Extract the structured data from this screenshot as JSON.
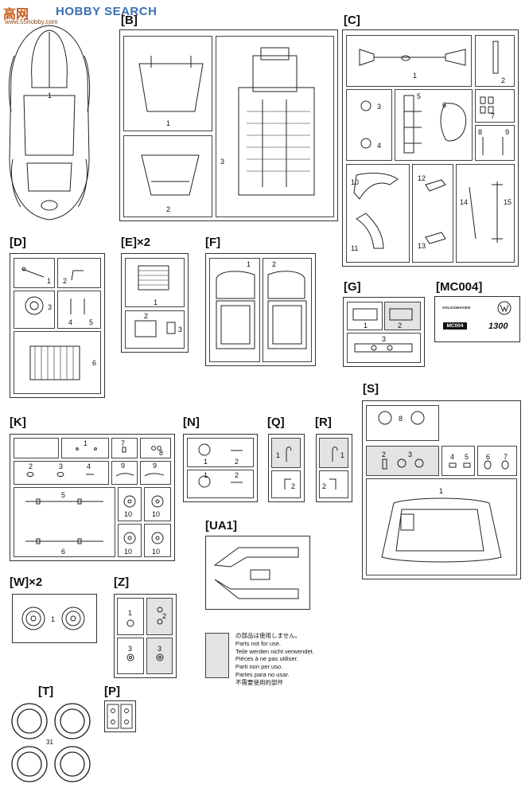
{
  "watermark": {
    "site": "HOBBY SEARCH",
    "prefix": "高网",
    "url": "www.55hobby.com"
  },
  "sections": {
    "B": {
      "label": "[B]",
      "parts": [
        "1",
        "2",
        "3"
      ]
    },
    "C": {
      "label": "[C]",
      "parts": [
        "1",
        "2",
        "3",
        "4",
        "5",
        "6",
        "7",
        "8",
        "9",
        "10",
        "11",
        "12",
        "13",
        "14",
        "15"
      ]
    },
    "D": {
      "label": "[D]",
      "parts": [
        "1",
        "2",
        "3",
        "4",
        "5",
        "6"
      ]
    },
    "E": {
      "label": "[E]×2",
      "parts": [
        "1",
        "2",
        "3"
      ]
    },
    "F": {
      "label": "[F]",
      "parts": [
        "1",
        "2"
      ]
    },
    "G": {
      "label": "[G]",
      "parts": [
        "1",
        "2",
        "3"
      ]
    },
    "MC004": {
      "label": "[MC004]",
      "badge": "MC004",
      "model": "1300",
      "brand": "VOLKSWAGEN"
    },
    "S": {
      "label": "[S]",
      "parts": [
        "8",
        "2",
        "3",
        "4",
        "5",
        "6",
        "7",
        "1"
      ]
    },
    "K": {
      "label": "[K]",
      "parts": [
        "1",
        "7",
        "8",
        "2",
        "3",
        "4",
        "9",
        "9",
        "5",
        "10",
        "10",
        "6",
        "10",
        "10"
      ]
    },
    "N": {
      "label": "[N]",
      "parts": [
        "1",
        "2",
        "1",
        "2"
      ]
    },
    "Q": {
      "label": "[Q]",
      "parts": [
        "1",
        "2"
      ]
    },
    "R": {
      "label": "[R]",
      "parts": [
        "1",
        "2"
      ]
    },
    "UA1": {
      "label": "[UA1]"
    },
    "W": {
      "label": "[W]×2",
      "parts": [
        "1"
      ]
    },
    "Z": {
      "label": "[Z]",
      "parts": [
        "1",
        "2",
        "3",
        "3"
      ]
    },
    "T": {
      "label": "[T]",
      "parts": [
        "31"
      ]
    },
    "P": {
      "label": "[P]"
    },
    "A": {
      "parts": [
        "1"
      ]
    }
  },
  "legend": {
    "lines": [
      "の部品は使用しません。",
      "Parts not for use.",
      "Teile werden nicht verwendet.",
      "Pièces à ne pas utiliser.",
      "Parti non per uso.",
      "Partes para no usar.",
      "不需要使用的部件"
    ]
  }
}
